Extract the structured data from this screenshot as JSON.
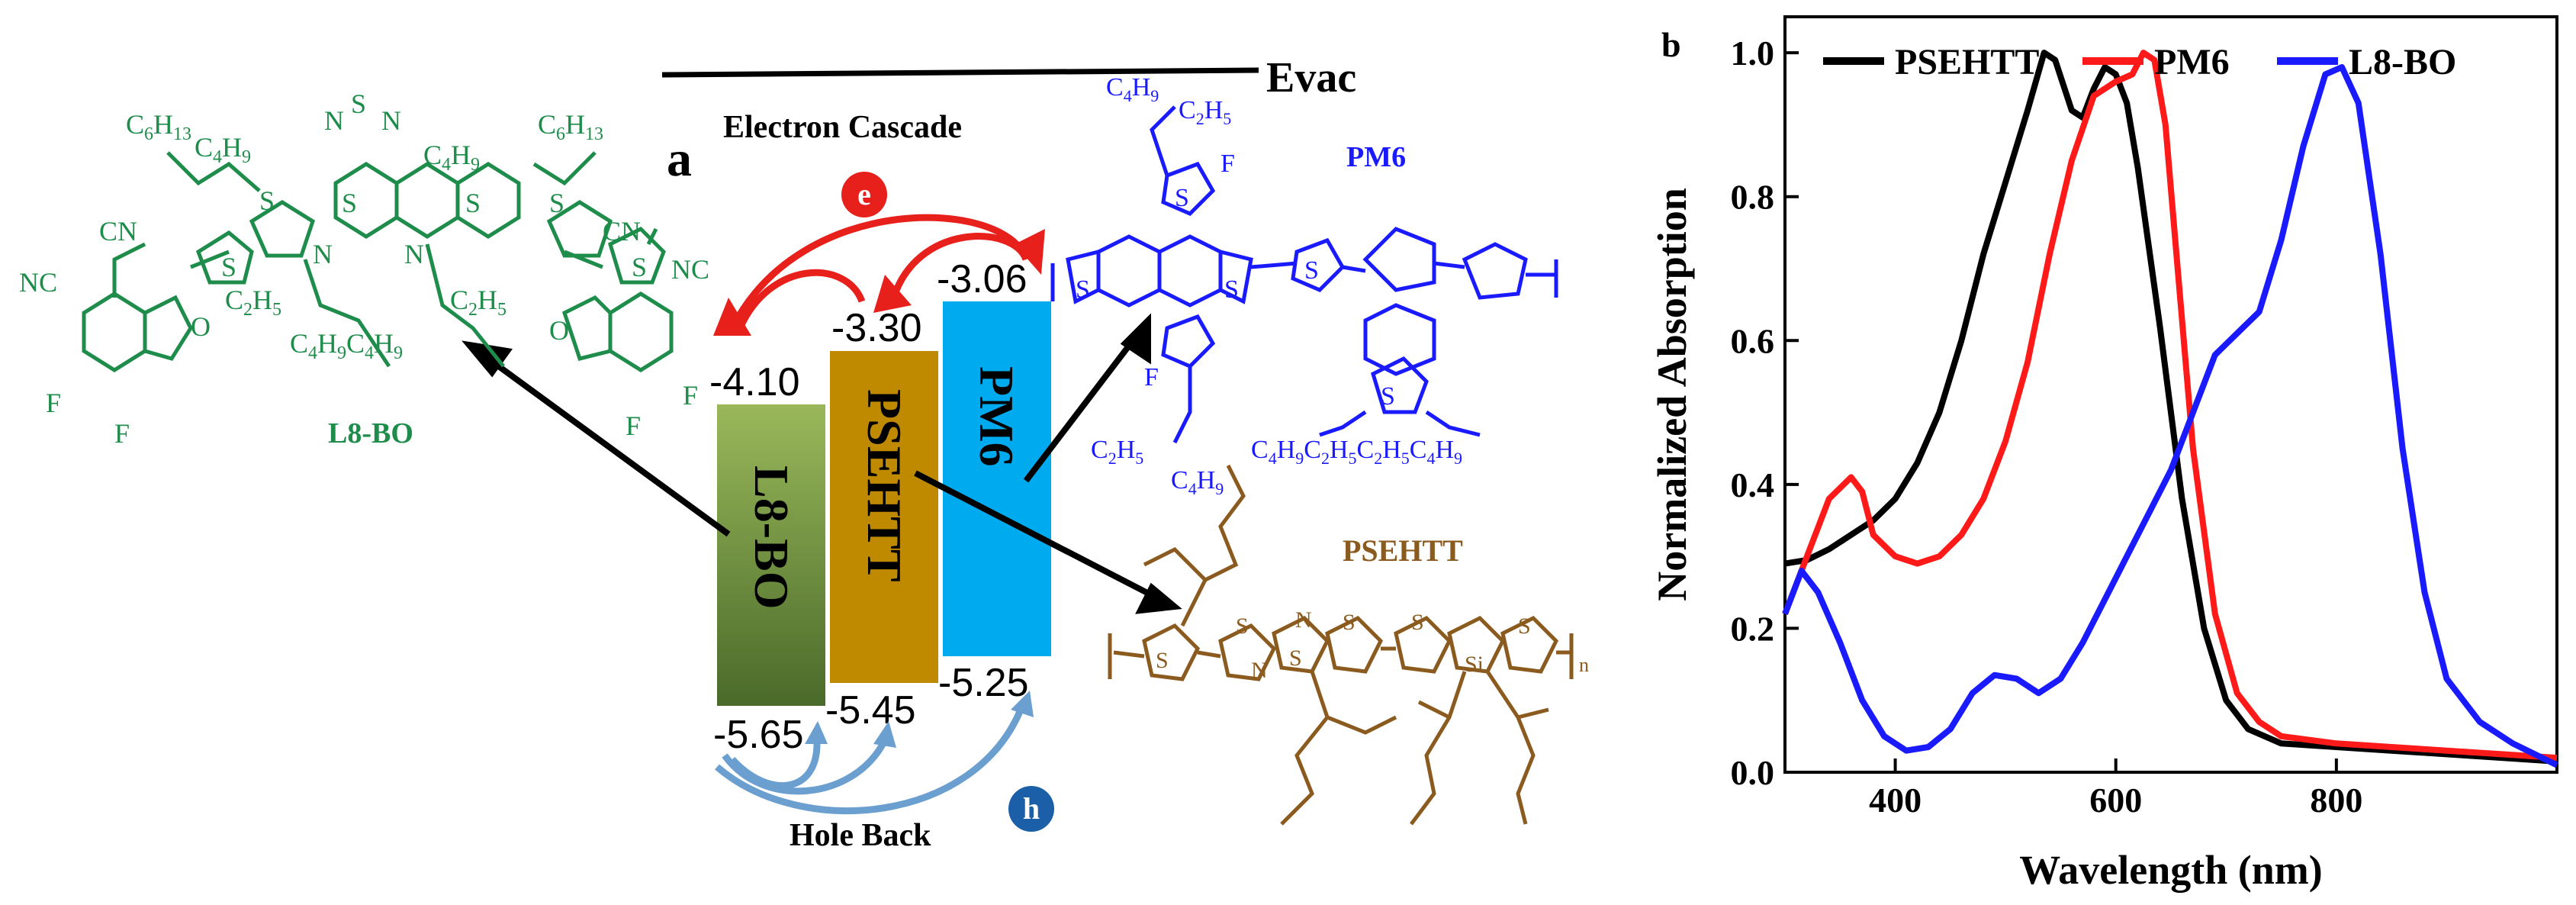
{
  "panel_a": {
    "label": "a",
    "evac_label": "Evac",
    "electron_cascade_label": "Electron Cascade",
    "hole_back_label": "Hole Back",
    "electron_badge": "e",
    "hole_badge": "h",
    "materials": [
      {
        "name": "L8-BO",
        "lumo": "-4.10",
        "homo": "-5.65",
        "lumo_value": -4.1,
        "homo_value": -5.65
      },
      {
        "name": "PSEHTT",
        "lumo": "-3.30",
        "homo": "-5.45",
        "lumo_value": -3.3,
        "homo_value": -5.45
      },
      {
        "name": "PM6",
        "lumo": "-3.06",
        "homo": "-5.25",
        "lumo_value": -3.06,
        "homo_value": -5.25
      }
    ],
    "structure_labels": {
      "l8bo": "L8-BO",
      "pm6": "PM6",
      "psehtt": "PSEHTT"
    },
    "colors": {
      "l8bo_structure": "#1e8c4a",
      "pm6_structure": "#1a1aff",
      "psehtt_structure": "#8b5a1e",
      "l8bo_bar_top": "#9ab85a",
      "l8bo_bar_bottom": "#4a6a2a",
      "psehtt_bar": "#c08a00",
      "pm6_bar": "#00aaee",
      "electron_arrow": "#e8201c",
      "hole_arrow": "#6a9fd0"
    }
  },
  "chart_data": {
    "panel_label": "b",
    "type": "line",
    "title": "",
    "xlabel": "Wavelength (nm)",
    "ylabel": "Normalized Absorption",
    "xlim": [
      300,
      1000
    ],
    "ylim": [
      0.0,
      1.05
    ],
    "x_ticks": [
      400,
      600,
      800
    ],
    "y_ticks": [
      0.0,
      0.2,
      0.4,
      0.6,
      0.8,
      1.0
    ],
    "x_tick_labels": [
      "400",
      "600",
      "800"
    ],
    "y_tick_labels": [
      "0.0",
      "0.2",
      "0.4",
      "0.6",
      "0.8",
      "1.0"
    ],
    "legend_position": "top",
    "series": [
      {
        "name": "PSEHTT",
        "color": "#000000",
        "x": [
          300,
          320,
          340,
          360,
          380,
          400,
          420,
          440,
          460,
          480,
          500,
          520,
          535,
          545,
          560,
          570,
          580,
          590,
          600,
          610,
          620,
          640,
          660,
          680,
          700,
          720,
          750,
          800,
          850,
          900,
          950,
          1000
        ],
        "y": [
          0.29,
          0.295,
          0.31,
          0.33,
          0.35,
          0.38,
          0.43,
          0.5,
          0.6,
          0.72,
          0.82,
          0.92,
          1.0,
          0.99,
          0.92,
          0.91,
          0.95,
          0.98,
          0.97,
          0.93,
          0.84,
          0.62,
          0.38,
          0.2,
          0.1,
          0.06,
          0.04,
          0.035,
          0.03,
          0.025,
          0.02,
          0.015
        ]
      },
      {
        "name": "PM6",
        "color": "#ff1a1a",
        "x": [
          300,
          320,
          340,
          360,
          370,
          380,
          400,
          420,
          440,
          460,
          480,
          500,
          520,
          540,
          560,
          580,
          600,
          615,
          625,
          635,
          645,
          655,
          670,
          690,
          710,
          730,
          750,
          800,
          850,
          900,
          950,
          1000
        ],
        "y": [
          0.22,
          0.3,
          0.38,
          0.41,
          0.39,
          0.33,
          0.3,
          0.29,
          0.3,
          0.33,
          0.38,
          0.46,
          0.57,
          0.72,
          0.85,
          0.94,
          0.96,
          0.97,
          1.0,
          0.99,
          0.9,
          0.72,
          0.45,
          0.22,
          0.11,
          0.07,
          0.05,
          0.04,
          0.035,
          0.03,
          0.025,
          0.02
        ]
      },
      {
        "name": "L8-BO",
        "color": "#1a1aff",
        "x": [
          300,
          315,
          330,
          350,
          370,
          390,
          410,
          430,
          450,
          470,
          490,
          510,
          530,
          550,
          570,
          590,
          610,
          630,
          650,
          670,
          690,
          710,
          730,
          750,
          770,
          790,
          805,
          820,
          840,
          860,
          880,
          900,
          930,
          960,
          1000
        ],
        "y": [
          0.22,
          0.28,
          0.25,
          0.18,
          0.1,
          0.05,
          0.03,
          0.035,
          0.06,
          0.11,
          0.135,
          0.13,
          0.11,
          0.13,
          0.18,
          0.24,
          0.3,
          0.36,
          0.42,
          0.5,
          0.58,
          0.61,
          0.64,
          0.74,
          0.87,
          0.97,
          0.98,
          0.93,
          0.72,
          0.45,
          0.25,
          0.13,
          0.07,
          0.04,
          0.01
        ]
      }
    ]
  }
}
